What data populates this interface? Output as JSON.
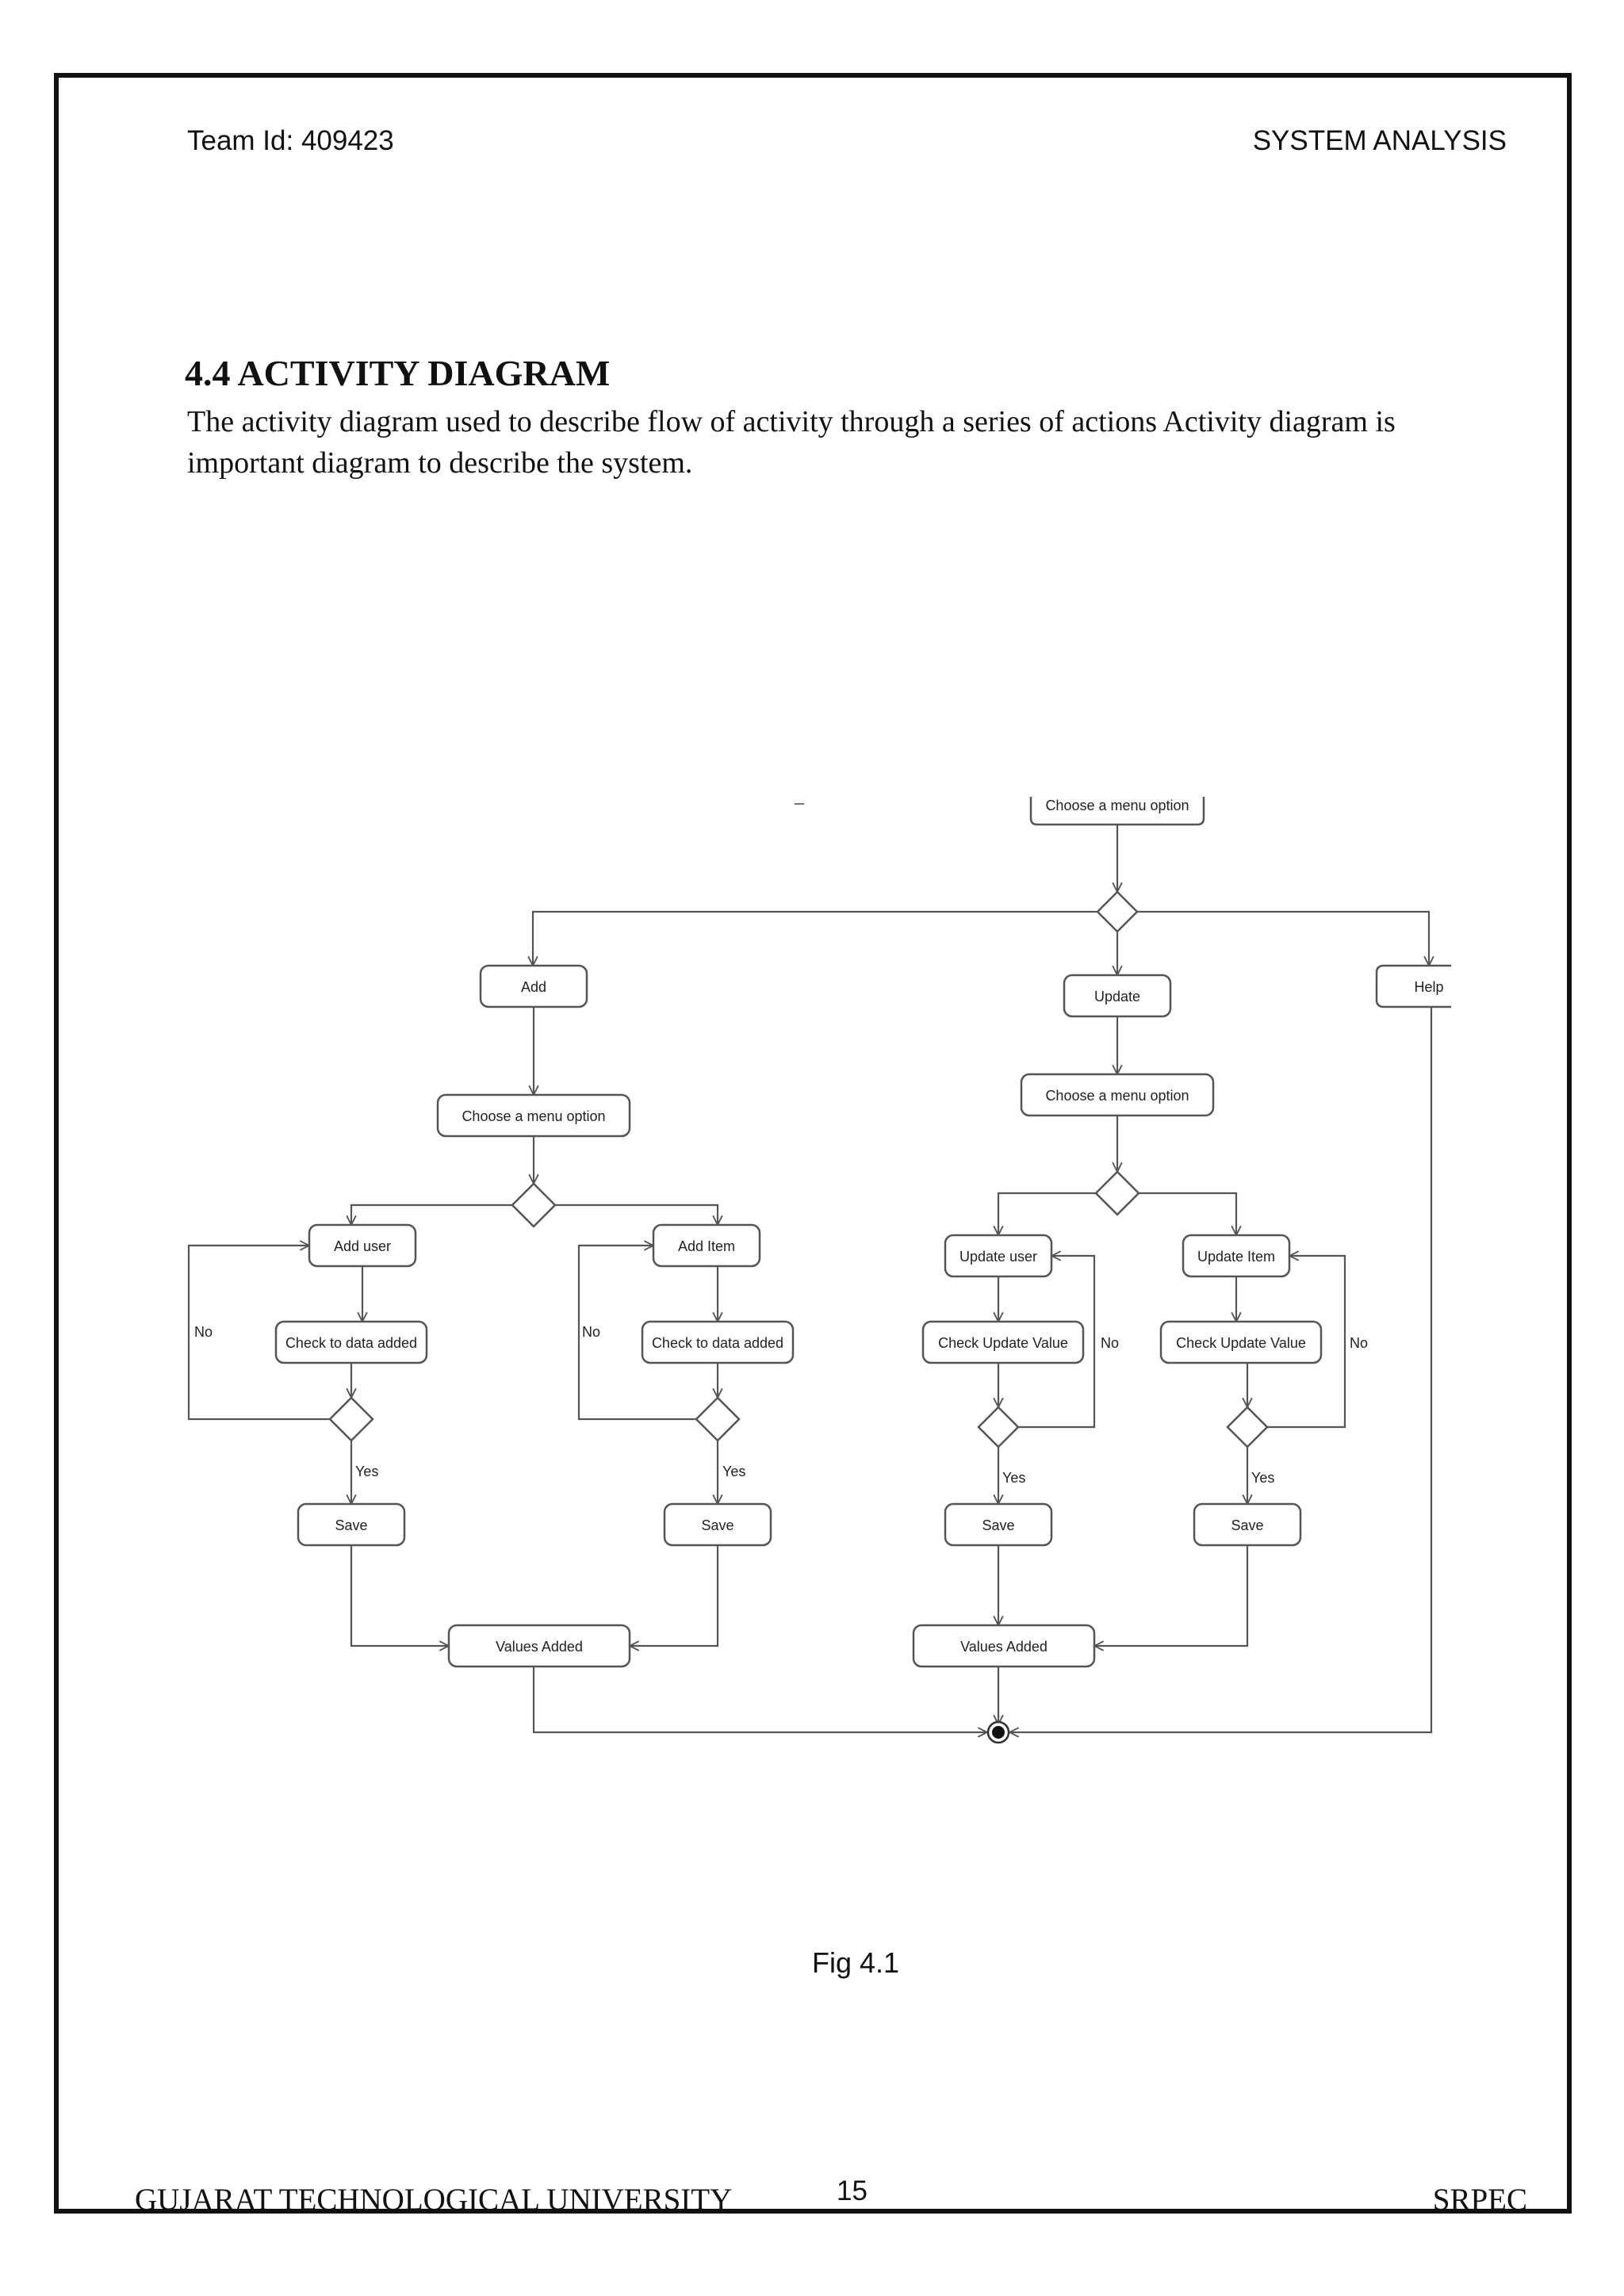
{
  "header": {
    "team_id": "Team Id: 409423",
    "section": "SYSTEM ANALYSIS"
  },
  "heading": "4.4 ACTIVITY  DIAGRAM",
  "paragraph": "The activity diagram used to describe flow of activity through a series of actions Activity diagram is important diagram to describe the system.",
  "diagram": {
    "top_node": "Choose a menu option",
    "add": "Add",
    "update": "Update",
    "help": "Help",
    "add_choose": "Choose a menu option",
    "update_choose": "Choose a menu option",
    "add_user": "Add user",
    "add_item": "Add Item",
    "update_user": "Update user",
    "update_item": "Update Item",
    "check_user": "Check to data added",
    "check_item": "Check to data added",
    "check_update_user": "Check Update Value",
    "check_update_item": "Check Update Value",
    "save": "Save",
    "values_added": "Values Added",
    "yes": "Yes",
    "no": "No"
  },
  "caption": "Fig 4.1",
  "footer": {
    "university": "GUJARAT TECHNOLOGICAL UNIVERSITY",
    "page_number": "15",
    "college": "SRPEC"
  }
}
